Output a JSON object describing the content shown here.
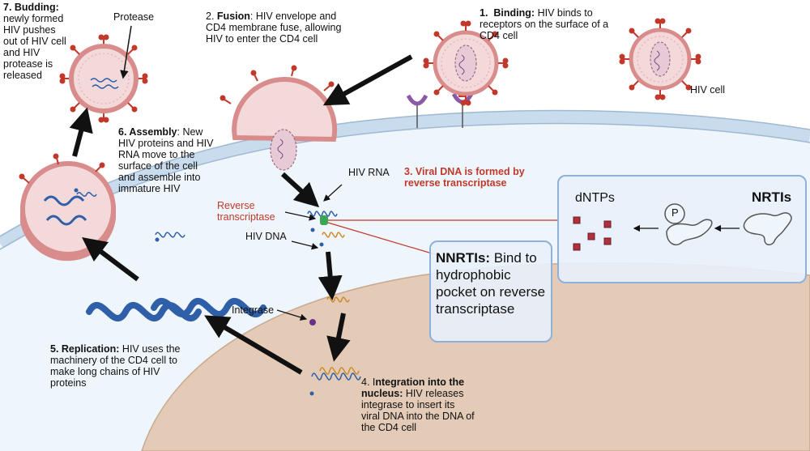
{
  "steps": {
    "binding": {
      "num": "1.",
      "title": "Binding:",
      "text": "HIV binds to receptors on the surface of a CD4 cell"
    },
    "fusion": {
      "num": "2.",
      "title": "Fusion",
      "text": ": HIV envelope and CD4 membrane fuse, allowing HIV to enter the CD4 cell"
    },
    "viral_dna": {
      "text": "3. Viral DNA is formed by reverse transcriptase"
    },
    "integration": {
      "num": "4. I",
      "title": "ntegration into the nucleus:",
      "text": "HIV releases integrase to insert its viral DNA into the DNA of the CD4 cell"
    },
    "replication": {
      "title": "5. Replication:",
      "text": "HIV uses the machinery of the CD4 cell to make long chains of HIV proteins"
    },
    "assembly": {
      "title": "6. Assembly",
      "text": ": New HIV proteins and HIV RNA move to the surface of the cell and assemble into immature HIV"
    },
    "budding": {
      "title": "7. Budding:",
      "text": "newly formed HIV pushes out of HIV cell and HIV protease is released"
    }
  },
  "labels": {
    "protease": "Protease",
    "hiv_cell": "HIV cell",
    "hiv_rna": "HIV RNA",
    "reverse_transcriptase": "Reverse transcriptase",
    "hiv_dna": "HIV DNA",
    "integrase": "Integrase",
    "dntps": "dNTPs",
    "nrtis": "NRTIs",
    "p": "P"
  },
  "nnrti": {
    "title": "NNRTIs:",
    "text": "Bind to hydrophobic pocket on reverse transcriptase"
  },
  "colors": {
    "membrane_outer": "#cfe0ef",
    "membrane_line": "#9fb9d2",
    "cytoplasm": "#eef5fb",
    "nucleus": "#e3cbb8",
    "virus_fill": "#f3d9d9",
    "virus_ring": "#d98c8c",
    "spike": "#c0392b",
    "rna_blue": "#2e5fa8",
    "dna_orange": "#d08a2a",
    "accent_red": "#c0392b",
    "nrti_box_border": "#8fb0d8",
    "dntp": "#b03040"
  }
}
